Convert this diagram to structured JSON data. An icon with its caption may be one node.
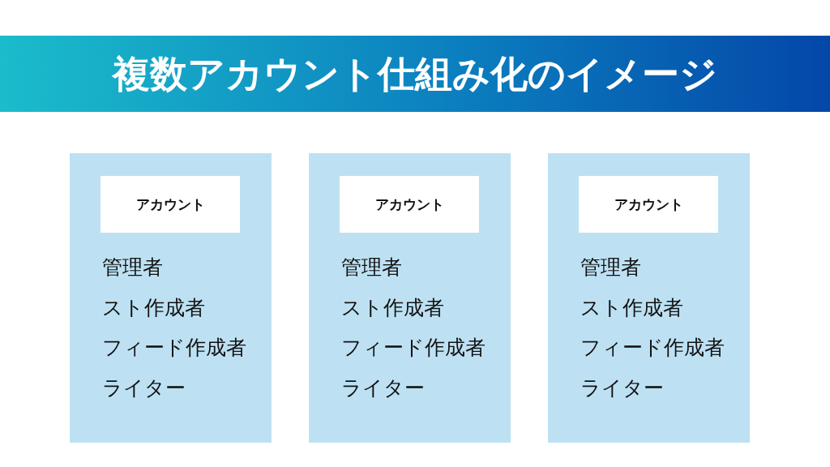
{
  "diagram": {
    "title": "複数アカウント仕組み化のイメージ",
    "nodes": [
      {
        "text": [
          "管理者",
          "スト作成者",
          "フィード作成者",
          "ライター"
        ]
      },
      {
        "text": [
          "アカウント"
        ],
        "in": 0
      },
      {
        "text": [
          "管理者",
          "スト作成者",
          "フィード作成者",
          "ライター"
        ]
      },
      {
        "text": [
          "アカウント"
        ],
        "in": 2
      },
      {
        "text": [
          "管理者",
          "スト作成者",
          "フィード作成者",
          "ライター"
        ]
      },
      {
        "text": [
          "アカウント"
        ],
        "in": 4
      }
    ]
  }
}
